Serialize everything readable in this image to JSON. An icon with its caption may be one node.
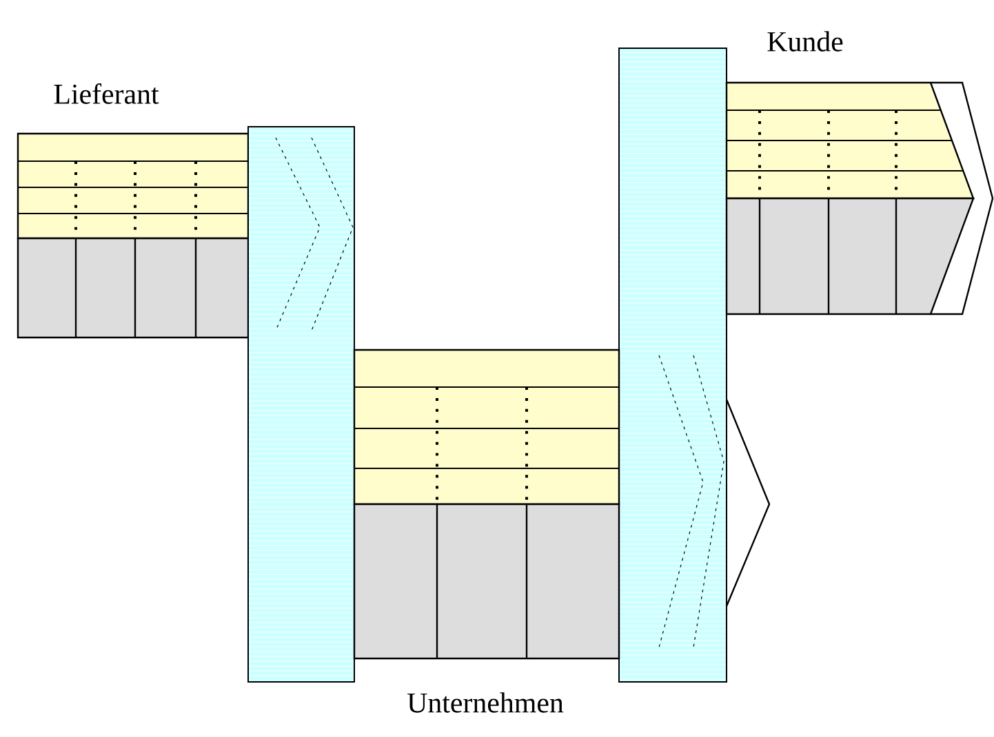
{
  "diagram": {
    "nodes": [
      {
        "text": [
          "Lieferant"
        ]
      },
      {
        "text": [
          "Kunde"
        ]
      },
      {
        "text": [
          "Unternehmen"
        ]
      }
    ]
  }
}
